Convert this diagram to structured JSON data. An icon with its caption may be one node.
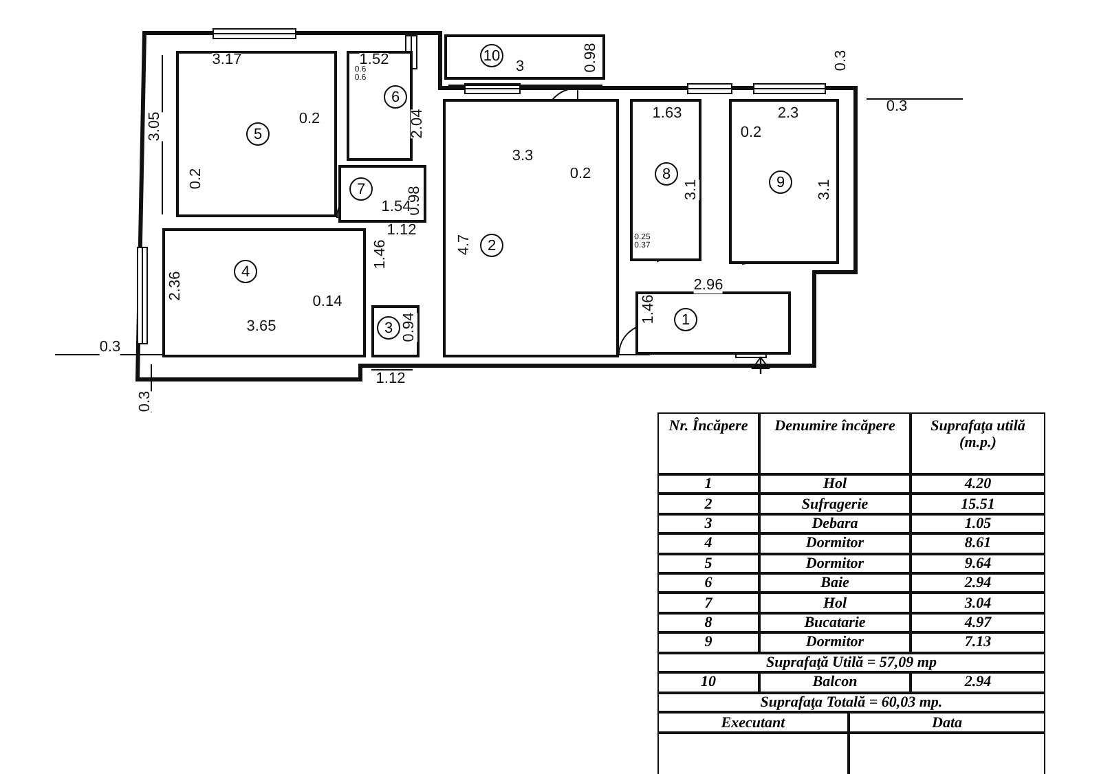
{
  "diagram": {
    "nodes": [
      {
        "text": [
          "1"
        ]
      },
      {
        "text": [
          "2"
        ]
      },
      {
        "text": [
          "3"
        ]
      },
      {
        "text": [
          "4"
        ]
      },
      {
        "text": [
          "5"
        ]
      },
      {
        "text": [
          "6"
        ]
      },
      {
        "text": [
          "7"
        ]
      },
      {
        "text": [
          "8"
        ]
      },
      {
        "text": [
          "9"
        ]
      },
      {
        "text": [
          "10"
        ]
      }
    ],
    "labels": [
      "3.17",
      "1.52",
      "0.6",
      "0.6",
      "3",
      "0.98",
      "0.3",
      "0.3",
      "3.05",
      "2.04",
      "0.2",
      "1.63",
      "2.3",
      "0.2",
      "3.3",
      "0.2",
      "3.1",
      "3.1",
      "0.2",
      "0.98",
      "1.54",
      "1.12",
      "4.7",
      "0.25",
      "0.37",
      "1.46",
      "2.36",
      "2.96",
      "0.14",
      "1.46",
      "3.65",
      "0.94",
      "0.3",
      "1.12",
      "0.3",
      "Nr. Încăpere",
      "Denumire încăpere",
      "Suprafaţa utilă (m.p.)",
      "1",
      "Hol",
      "4.20",
      "2",
      "Sufragerie",
      "15.51",
      "3",
      "Debara",
      "1.05",
      "4",
      "Dormitor",
      "8.61",
      "5",
      "Dormitor",
      "9.64",
      "6",
      "Baie",
      "2.94",
      "7",
      "Hol",
      "3.04",
      "8",
      "Bucatarie",
      "4.97",
      "9",
      "Dormitor",
      "7.13",
      "Suprafaţă Utilă = 57,09 mp",
      "10",
      "Balcon",
      "2.94",
      "Suprafaţa Totală = 60,03 mp.",
      "Executant",
      "Data"
    ]
  }
}
